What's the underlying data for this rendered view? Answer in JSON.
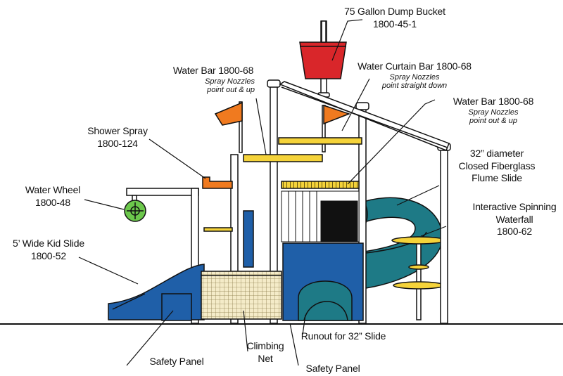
{
  "callouts": {
    "dump_bucket": {
      "title": "75 Gallon Dump Bucket",
      "code": "1800-45-1"
    },
    "water_bar_left": {
      "title": "Water Bar 1800-68",
      "note1": "Spray Nozzles",
      "note2": "point out & up"
    },
    "water_curtain_bar": {
      "title": "Water Curtain Bar 1800-68",
      "note1": "Spray Nozzles",
      "note2": "point straight down"
    },
    "water_bar_right": {
      "title": "Water Bar 1800-68",
      "note1": "Spray Nozzles",
      "note2": "point out & up"
    },
    "shower_spray": {
      "title": "Shower Spray",
      "code": "1800-124"
    },
    "flume_slide": {
      "line1": "32” diameter",
      "line2": "Closed Fiberglass",
      "line3": "Flume Slide"
    },
    "water_wheel": {
      "title": "Water Wheel",
      "code": "1800-48"
    },
    "spinning_waterfall": {
      "line1": "Interactive Spinning",
      "line2": "Waterfall",
      "code": "1800-62"
    },
    "kid_slide": {
      "title": "5’ Wide Kid Slide",
      "code": "1800-52"
    },
    "runout": {
      "title": "Runout for 32” Slide"
    },
    "climbing_net": {
      "line1": "Climbing",
      "line2": "Net"
    },
    "safety_panel_left": {
      "title": "Safety Panel"
    },
    "safety_panel_bottom": {
      "title": "Safety Panel"
    }
  },
  "colors": {
    "outline": "#111111",
    "blue_panel": "#1f5fa8",
    "teal_slide": "#1e7a86",
    "orange": "#f07a1f",
    "yellow": "#f5d33a",
    "red_bucket": "#d9262a",
    "green_wheel": "#6cc84c",
    "net_fill": "#f4ebc8",
    "post": "#ffffff"
  }
}
